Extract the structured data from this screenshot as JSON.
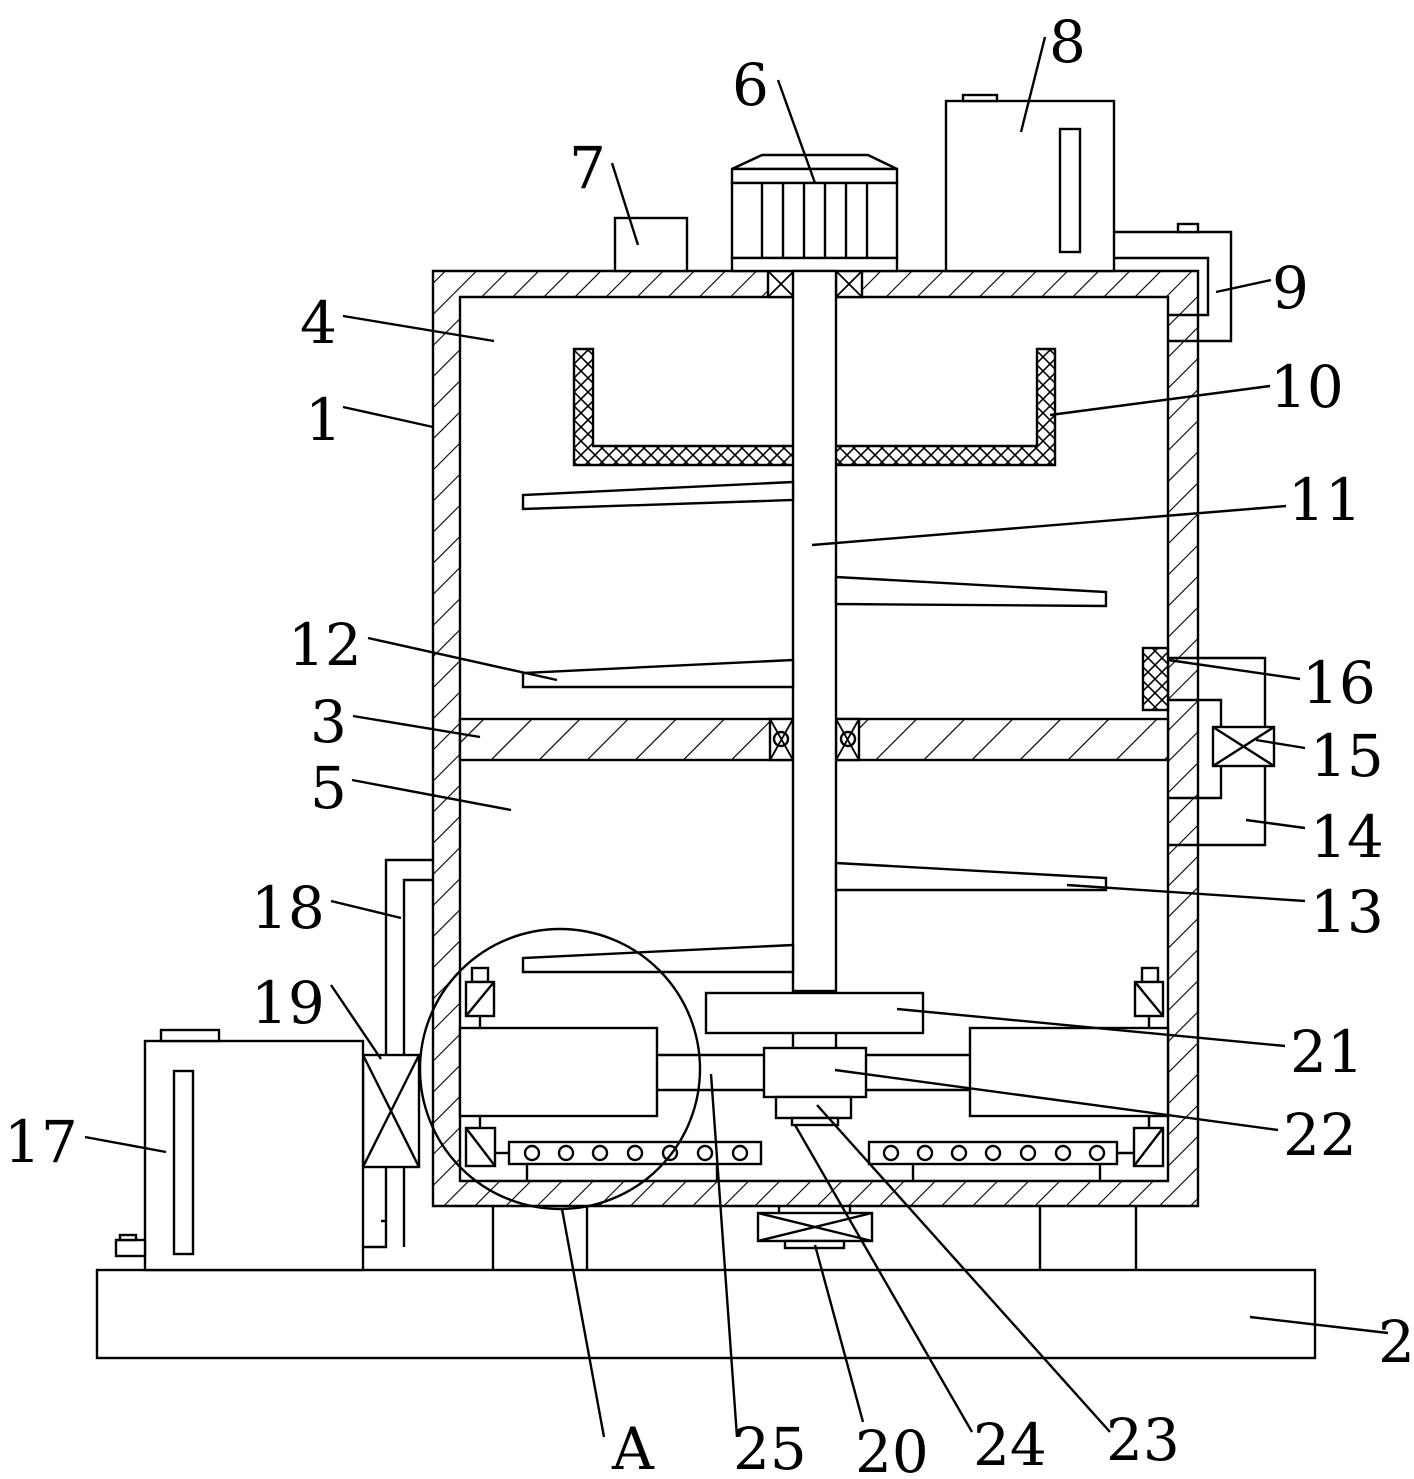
{
  "labels": {
    "l1": "1",
    "l2": "2",
    "l3": "3",
    "l4": "4",
    "l5": "5",
    "l6": "6",
    "l7": "7",
    "l8": "8",
    "l9": "9",
    "l10": "10",
    "l11": "11",
    "l12": "12",
    "l13": "13",
    "l14": "14",
    "l15": "15",
    "l16": "16",
    "l17": "17",
    "l18": "18",
    "l19": "19",
    "l20": "20",
    "l21": "21",
    "l22": "22",
    "l23": "23",
    "l24": "24",
    "l25": "25",
    "lA": "A"
  }
}
